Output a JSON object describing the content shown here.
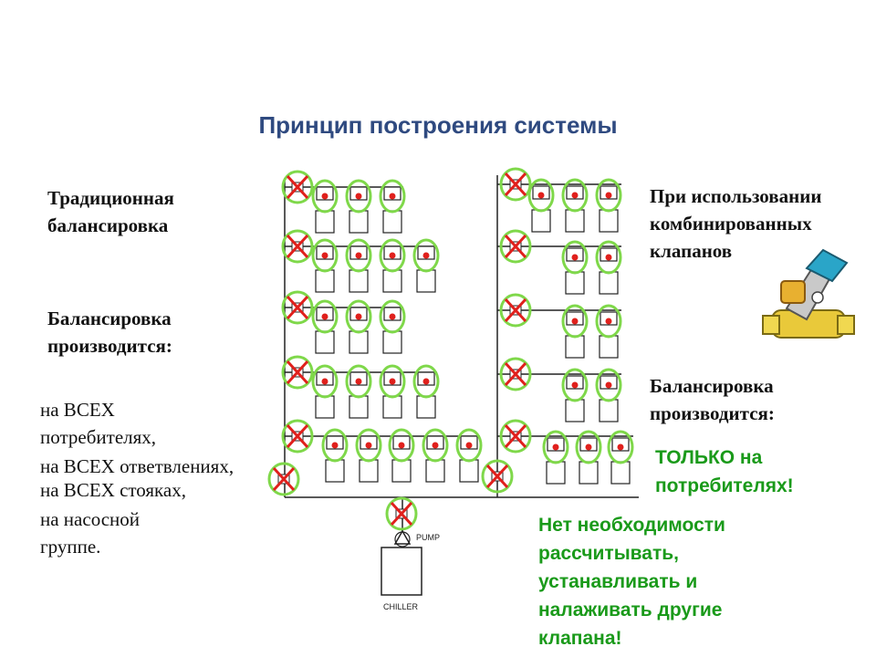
{
  "title": "Принцип построения системы",
  "left": {
    "heading": [
      "Традиционная",
      "балансировка"
    ],
    "subheading": [
      "Балансировка",
      "производится:"
    ],
    "items": [
      "на ВСЕХ",
      "потребителях,",
      "на ВСЕХ ответвлениях,",
      "на ВСЕХ стояках,",
      "на насосной",
      "группе."
    ]
  },
  "right": {
    "heading": [
      "При использовании",
      "комбинированных",
      "клапанов"
    ],
    "subheading": [
      "Балансировка",
      "производится:"
    ],
    "only": [
      "ТОЛЬКО на",
      "потребителях!"
    ],
    "note": [
      "Нет необходимости",
      "рассчитывать,",
      "устанавливать и",
      "налаживать другие",
      "клапана!"
    ]
  },
  "pump_label": "PUMP",
  "chiller_label": "CHILLER",
  "colors": {
    "title": "#2f4a80",
    "green": "#1a9a1a",
    "ring": "#7fd84a",
    "cross": "#e0201c",
    "dot": "#e0201c"
  }
}
